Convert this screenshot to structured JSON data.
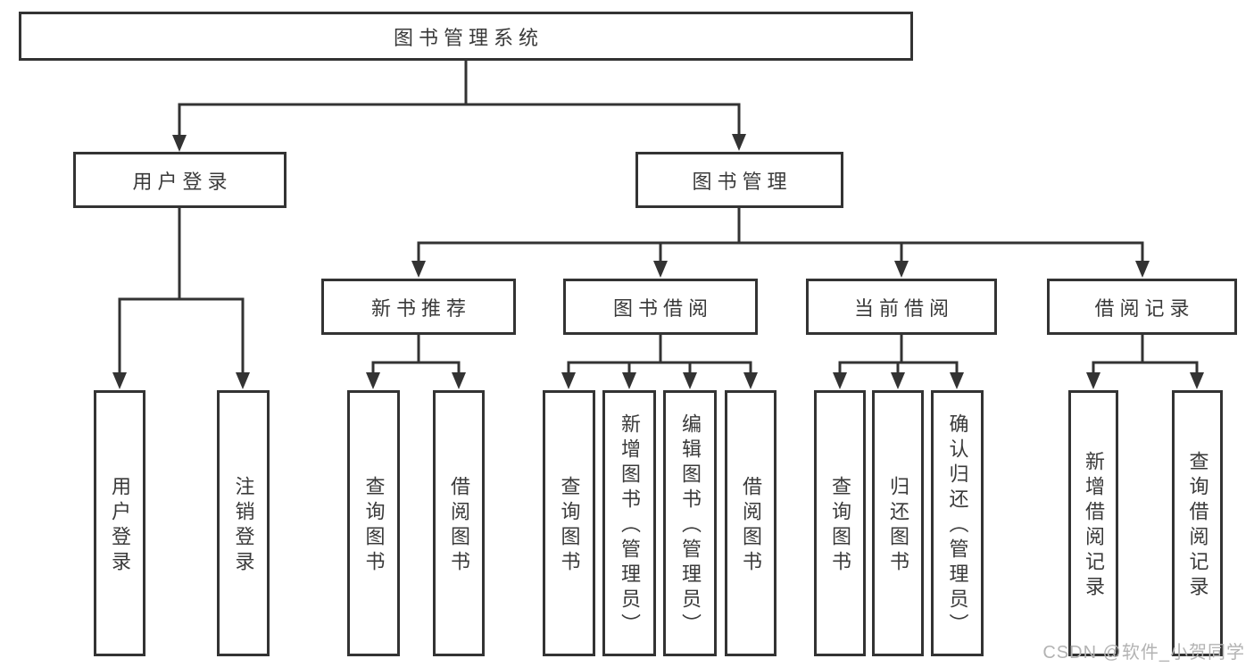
{
  "diagram_title": "图书管理系统",
  "tree": {
    "label": "图书管理系统",
    "children": [
      {
        "label": "用户登录",
        "children": [
          {
            "label": "用户登录"
          },
          {
            "label": "注销登录"
          }
        ]
      },
      {
        "label": "图书管理",
        "children": [
          {
            "label": "新书推荐",
            "children": [
              {
                "label": "查询图书"
              },
              {
                "label": "借阅图书"
              }
            ]
          },
          {
            "label": "图书借阅",
            "children": [
              {
                "label": "查询图书"
              },
              {
                "label": "新增图书（管理员）"
              },
              {
                "label": "编辑图书（管理员）"
              },
              {
                "label": "借阅图书"
              }
            ]
          },
          {
            "label": "当前借阅",
            "children": [
              {
                "label": "查询图书"
              },
              {
                "label": "归还图书"
              },
              {
                "label": "确认归还（管理员）"
              }
            ]
          },
          {
            "label": "借阅记录",
            "children": [
              {
                "label": "新增借阅记录"
              },
              {
                "label": "查询借阅记录"
              }
            ]
          }
        ]
      }
    ]
  },
  "watermark": "CSDN @软件_小贺同学",
  "colors": {
    "line": "#333333",
    "box_border": "#333333",
    "text": "#3a3a3a",
    "watermark": "#b3b3b3",
    "background": "#ffffff"
  }
}
